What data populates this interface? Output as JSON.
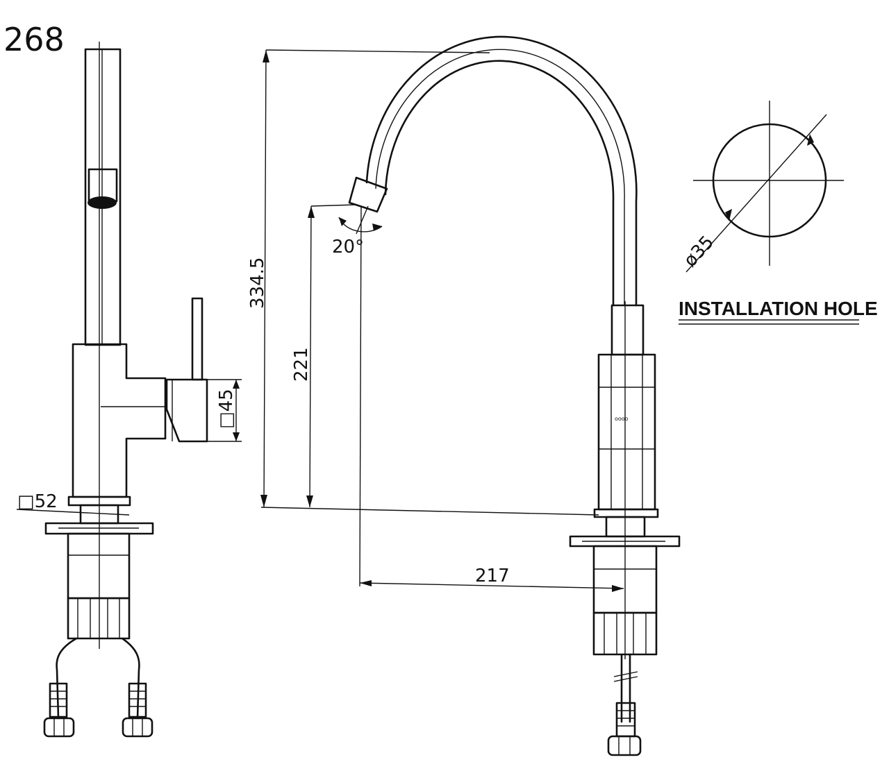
{
  "model_code": "268",
  "dimensions": {
    "height_total": "334.5",
    "spout_height": "221",
    "reach": "217",
    "angle": "20°",
    "body_square": "□45",
    "base_square": "□52",
    "hole_diameter": "ø35"
  },
  "installation_label": "INSTALLATION HOLE",
  "colors": {
    "line": "#111111",
    "background": "#ffffff"
  }
}
